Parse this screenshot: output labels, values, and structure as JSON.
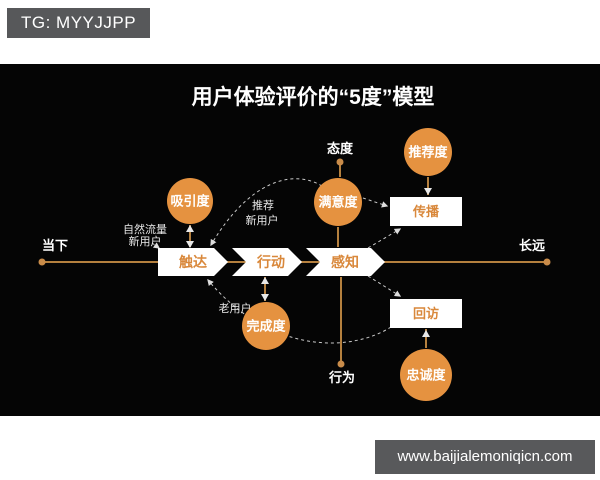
{
  "page": {
    "tg_badge": "TG: MYYJJPP",
    "url_badge": "www.baijialemoniqicn.com"
  },
  "diagram": {
    "title": "用户体验评价的“5度”模型",
    "timeline": {
      "left": "当下",
      "right": "长远"
    },
    "axes": {
      "top": "态度",
      "bottom": "行为"
    },
    "stages": [
      "触达",
      "行动",
      "感知"
    ],
    "metrics": {
      "attract": "吸引度",
      "satisfy": "满意度",
      "recommend": "推荐度",
      "complete": "完成度",
      "loyalty": "忠诚度"
    },
    "actions": {
      "spread": "传播",
      "revisit": "回访"
    },
    "notes": {
      "referral_line1": "推荐",
      "referral_line2": "新用户",
      "organic_line1": "自然流量",
      "organic_line2": "新用户",
      "returning": "老用户"
    },
    "colors": {
      "metric_orange": "#E59240",
      "connector_orange": "#B5803E",
      "label_orange": "#D9883B",
      "dashed_gray": "#C9C9C9",
      "canvas_black": "#050505",
      "badge_gray": "#58595B"
    }
  }
}
